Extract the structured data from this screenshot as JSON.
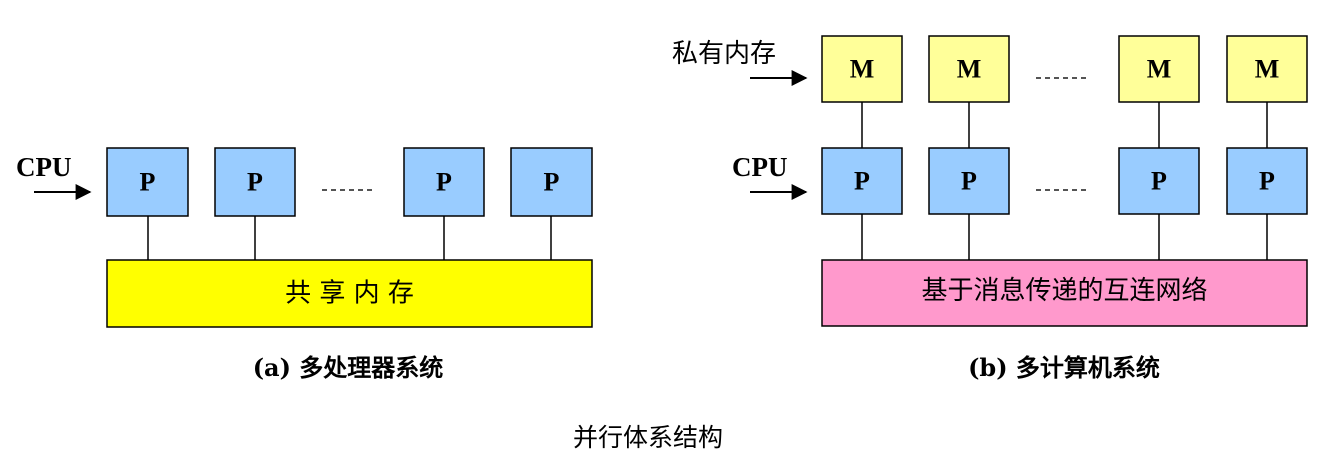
{
  "colors": {
    "processor_fill": "#99ccff",
    "memory_fill": "#ffff99",
    "shared_memory_fill": "#ffff00",
    "network_fill": "#ff99cc",
    "stroke": "#000000"
  },
  "left_panel": {
    "cpu_label": "CPU",
    "processor_label": "P",
    "shared_memory_label": "共 享 内 存",
    "caption": "(a) 多处理器系统"
  },
  "right_panel": {
    "private_memory_label": "私有内存",
    "cpu_label": "CPU",
    "memory_label": "M",
    "processor_label": "P",
    "network_label": "基于消息传递的互连网络",
    "caption": "(b) 多计算机系统"
  },
  "figure_title": "并行体系结构"
}
